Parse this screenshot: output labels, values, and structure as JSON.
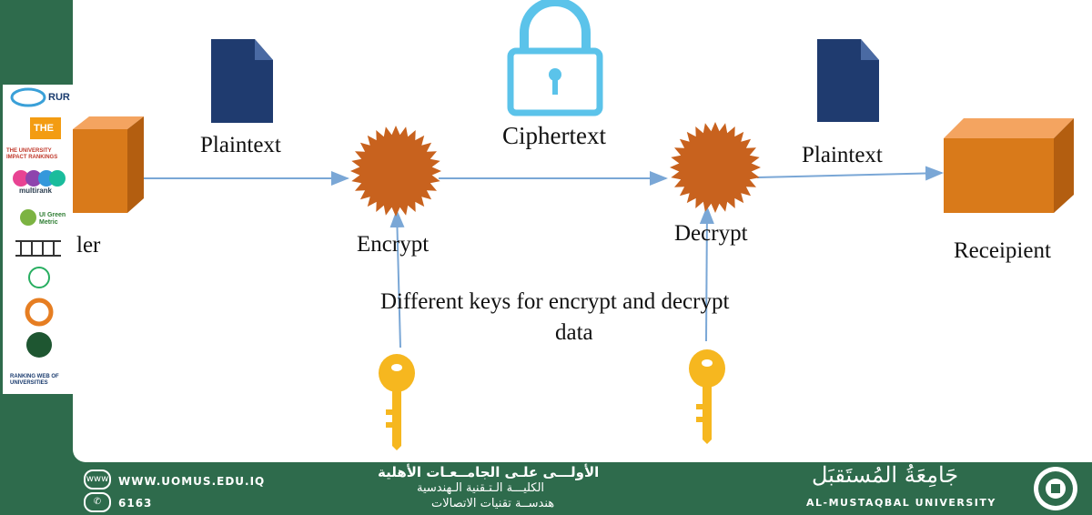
{
  "diagram": {
    "nodes": {
      "sender_label": "ler",
      "encrypt_label": "Encrypt",
      "decrypt_label": "Decrypt",
      "recipient_label": "Receipient",
      "plaintext_left": "Plaintext",
      "ciphertext": "Ciphertext",
      "plaintext_right": "Plaintext"
    },
    "caption_line1": "Different keys for encrypt and decrypt",
    "caption_line2": "data",
    "icons": [
      "document-icon",
      "padlock-icon",
      "starburst-icon",
      "key-icon",
      "box-icon"
    ],
    "colors": {
      "box": "#d97a1a",
      "box_top": "#f4a460",
      "starburst": "#c8621e",
      "lock": "#5bc3ea",
      "document": "#1f3b6f",
      "arrow": "#7aa7d6",
      "key": "#f6b71f"
    }
  },
  "rankings": {
    "items": [
      "RUR",
      "THE",
      "THE UNIVERSITY IMPACT RANKINGS",
      "multirank",
      "UI Green Metric",
      "RANKING WEB OF UNIVERSITIES"
    ]
  },
  "footer": {
    "website": "WWW.UOMUS.EDU.IQ",
    "phone": "6163",
    "arabic_line1": "الأولـــى علـى الجامــعـات الأهلية",
    "arabic_line2": "الكليـــة الـتـقنية الـهندسية",
    "arabic_line3": "هندســة تقنيات الاتصالات",
    "univ_arabic": "جَامِعَةُ المُستَقبَل",
    "univ_english": "AL-MUSTAQBAL UNIVERSITY",
    "colors": {
      "band": "#2e6b4c",
      "text": "#ffffff"
    }
  }
}
